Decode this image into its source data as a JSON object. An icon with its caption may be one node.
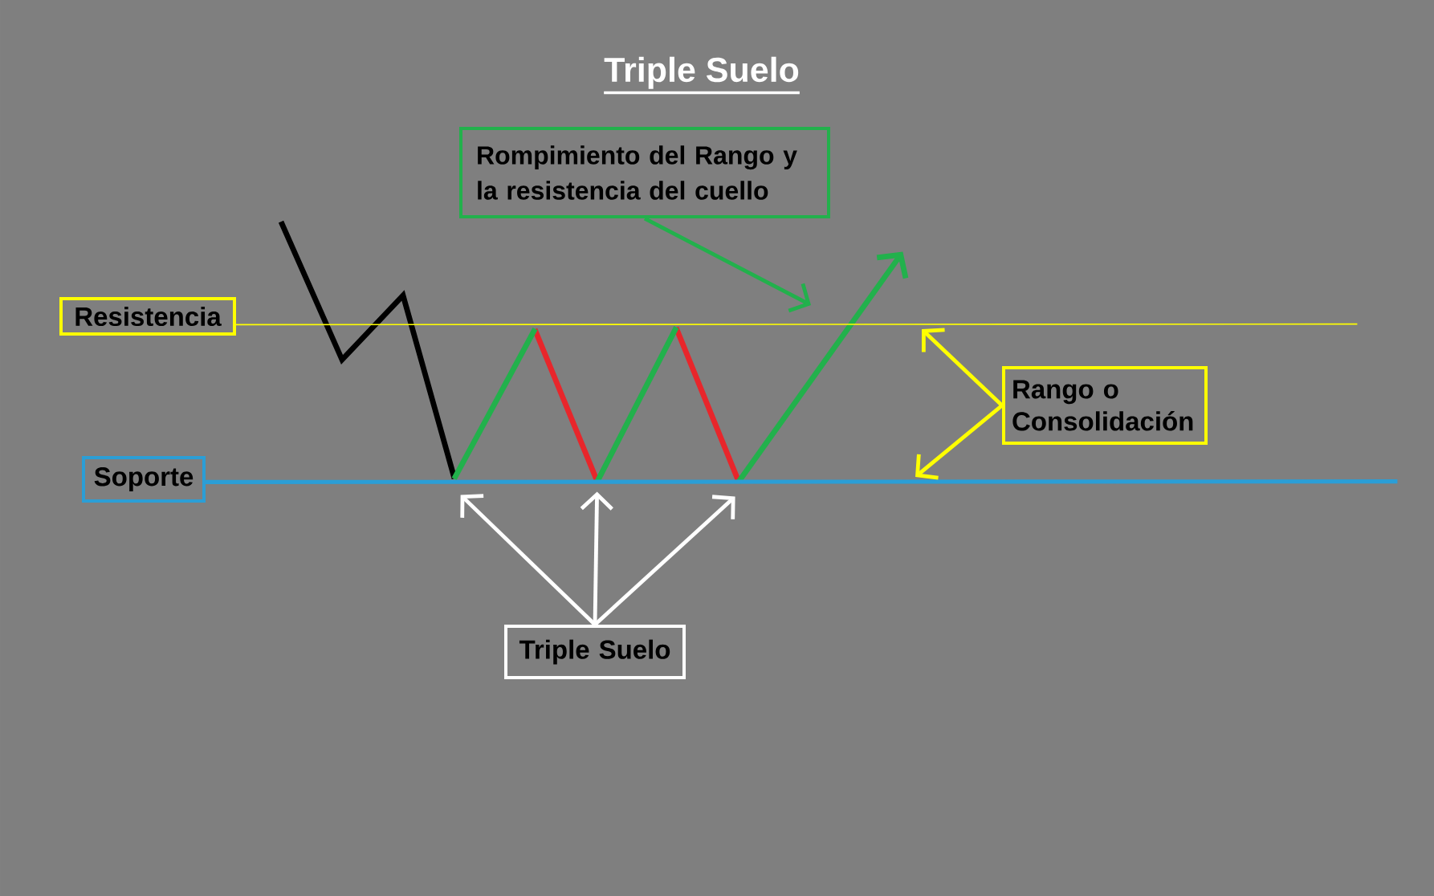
{
  "diagram": {
    "title": "Triple Suelo",
    "nodes": [
      {
        "text": [
          "Rompimiento del Rango y la resistencia del cuello"
        ]
      },
      {
        "text": [
          "Resistencia"
        ]
      },
      {
        "text": [
          "Rango o Consolidación"
        ]
      },
      {
        "text": [
          "Soporte"
        ]
      },
      {
        "text": [
          "Triple Suelo"
        ]
      },
      {
        "text": [],
        "shape": "line"
      },
      {
        "text": [],
        "shape": "line"
      },
      {
        "text": [],
        "shape": "arrow"
      },
      {
        "text": [],
        "shape": "line"
      },
      {
        "text": [],
        "shape": "line"
      }
    ],
    "edges": [
      {
        "from": 0,
        "to": 7,
        "arrow": "to",
        "color": "#22b14c"
      },
      {
        "from": 2,
        "to": 8,
        "arrow": "to",
        "color": "#ffff00"
      },
      {
        "from": 2,
        "to": 9,
        "arrow": "to",
        "color": "#ffff00"
      },
      {
        "from": 4,
        "to": 5,
        "arrow": "to"
      },
      {
        "from": 4,
        "to": 6,
        "arrow": "to"
      },
      {
        "from": 4,
        "to": 7,
        "arrow": "to"
      }
    ]
  }
}
